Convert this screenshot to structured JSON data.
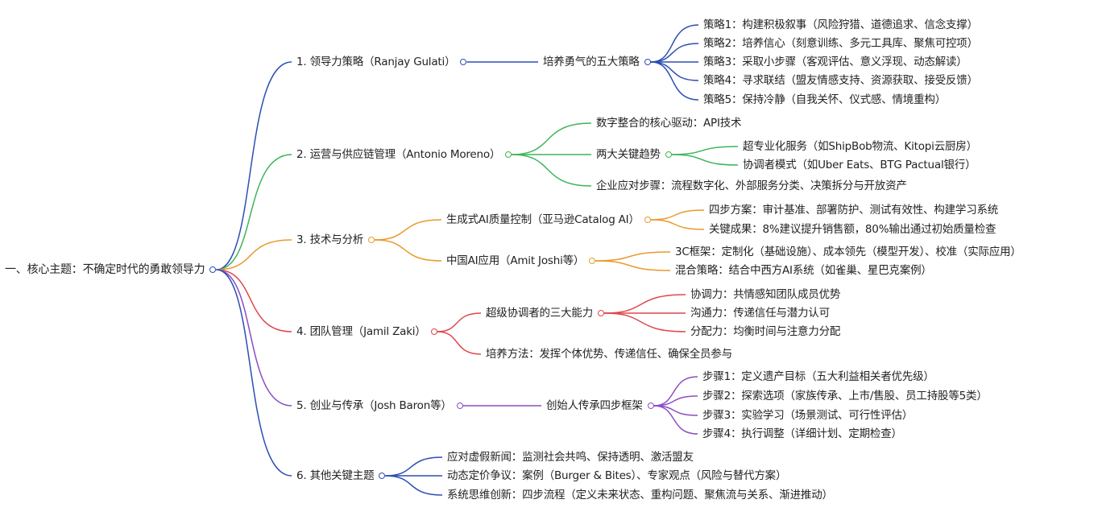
{
  "colors": {
    "b1": "#2b4fb3",
    "b2": "#3cb55a",
    "b3": "#e99a2c",
    "b4": "#e0474c",
    "b5": "#8a4ec5",
    "b6": "#2b4fb3"
  },
  "root": {
    "label": "一、核心主题：不确定时代的勇敢领导力",
    "children": [
      {
        "label": "1. 领导力策略（Ranjay Gulati）",
        "children": [
          {
            "label": "培养勇气的五大策略",
            "children": [
              {
                "label": "策略1：构建积极叙事（风险狩猎、道德追求、信念支撑）"
              },
              {
                "label": "策略2：培养信心（刻意训练、多元工具库、聚焦可控项）"
              },
              {
                "label": "策略3：采取小步骤（客观评估、意义浮现、动态解读）"
              },
              {
                "label": "策略4：寻求联结（盟友情感支持、资源获取、接受反馈）"
              },
              {
                "label": "策略5：保持冷静（自我关怀、仪式感、情境重构）"
              }
            ]
          }
        ]
      },
      {
        "label": "2. 运营与供应链管理（Antonio Moreno）",
        "children": [
          {
            "label": "数字整合的核心驱动：API技术"
          },
          {
            "label": "两大关键趋势",
            "children": [
              {
                "label": "超专业化服务（如ShipBob物流、Kitopi云厨房）"
              },
              {
                "label": "协调者模式（如Uber Eats、BTG Pactual银行）"
              }
            ]
          },
          {
            "label": "企业应对步骤：流程数字化、外部服务分类、决策拆分与开放资产"
          }
        ]
      },
      {
        "label": "3. 技术与分析",
        "children": [
          {
            "label": "生成式AI质量控制（亚马逊Catalog AI）",
            "children": [
              {
                "label": "四步方案：审计基准、部署防护、测试有效性、构建学习系统"
              },
              {
                "label": "关键成果：8%建议提升销售额，80%输出通过初始质量检查"
              }
            ]
          },
          {
            "label": "中国AI应用（Amit Joshi等）",
            "children": [
              {
                "label": "3C框架：定制化（基础设施）、成本领先（模型开发）、校准（实际应用）"
              },
              {
                "label": "混合策略：结合中西方AI系统（如雀巢、星巴克案例）"
              }
            ]
          }
        ]
      },
      {
        "label": "4. 团队管理（Jamil Zaki）",
        "children": [
          {
            "label": "超级协调者的三大能力",
            "children": [
              {
                "label": "协调力：共情感知团队成员优势"
              },
              {
                "label": "沟通力：传递信任与潜力认可"
              },
              {
                "label": "分配力：均衡时间与注意力分配"
              }
            ]
          },
          {
            "label": "培养方法：发挥个体优势、传递信任、确保全员参与"
          }
        ]
      },
      {
        "label": "5. 创业与传承（Josh Baron等）",
        "children": [
          {
            "label": "创始人传承四步框架",
            "children": [
              {
                "label": "步骤1：定义遗产目标（五大利益相关者优先级）"
              },
              {
                "label": "步骤2：探索选项（家族传承、上市/售股、员工持股等5类）"
              },
              {
                "label": "步骤3：实验学习（场景测试、可行性评估）"
              },
              {
                "label": "步骤4：执行调整（详细计划、定期检查）"
              }
            ]
          }
        ]
      },
      {
        "label": "6. 其他关键主题",
        "children": [
          {
            "label": "应对虚假新闻：监测社会共鸣、保持透明、激活盟友"
          },
          {
            "label": "动态定价争议：案例（Burger & Bites）、专家观点（风险与替代方案）"
          },
          {
            "label": "系统思维创新：四步流程（定义未来状态、重构问题、聚焦流与关系、渐进推动）"
          }
        ]
      }
    ]
  }
}
